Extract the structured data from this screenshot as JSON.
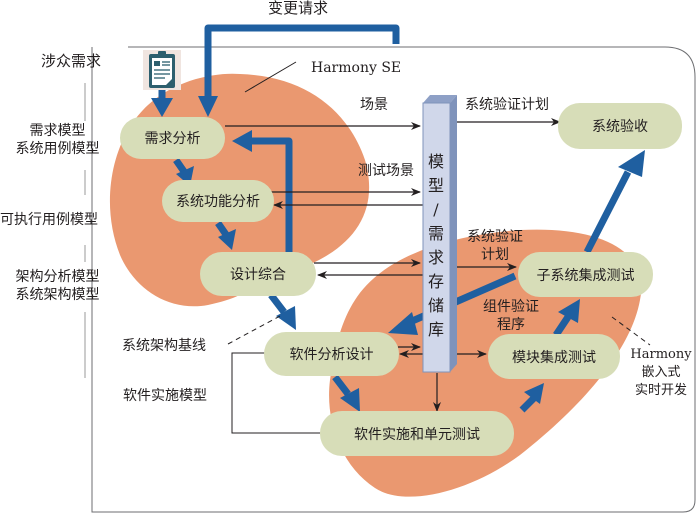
{
  "colors": {
    "blob": "#ea9870",
    "node_fill": "#d7ddb8",
    "arrow_blue": "#1f5fa0",
    "repo_front": "#d0d7ea",
    "repo_side": "#7f93bb",
    "frame": "#6d6e71",
    "text": "#231f20"
  },
  "top": {
    "change_request": "变更请求",
    "stakeholder_req": "涉众需求",
    "harmony_se": "Harmony SE"
  },
  "left_labels": {
    "req_model_line1": "需求模型",
    "req_model_line2": "系统用例模型",
    "exec_usecase": "可执行用例模型",
    "arch_line1": "架构分析模型",
    "arch_line2": "系统架构模型",
    "arch_baseline": "系统架构基线",
    "sw_impl_model": "软件实施模型"
  },
  "nodes": {
    "req_analysis": "需求分析",
    "sys_func_analysis": "系统功能分析",
    "design_synthesis": "设计综合",
    "sw_analysis_design": "软件分析设计",
    "sw_impl_unit_test": "软件实施和单元测试",
    "module_integration_test": "模块集成测试",
    "subsystem_integration_test": "子系统集成测试",
    "system_acceptance": "系统验收"
  },
  "repository": {
    "chars": [
      "模",
      "型",
      "/",
      "需",
      "求",
      "存",
      "储",
      "库"
    ]
  },
  "flow_labels": {
    "scenario": "场景",
    "test_scenario": "测试场景",
    "sys_verif_plan_top": "系统验证计划",
    "sys_verif_plan_mid_line1": "系统验证",
    "sys_verif_plan_mid_line2": "计划",
    "component_verif_line1": "组件验证",
    "component_verif_line2": "程序"
  },
  "harmony_embedded": {
    "line1": "Harmony",
    "line2": "嵌入式",
    "line3": "实时开发"
  },
  "icons": {
    "requirements_doc": "clipboard-icon"
  }
}
